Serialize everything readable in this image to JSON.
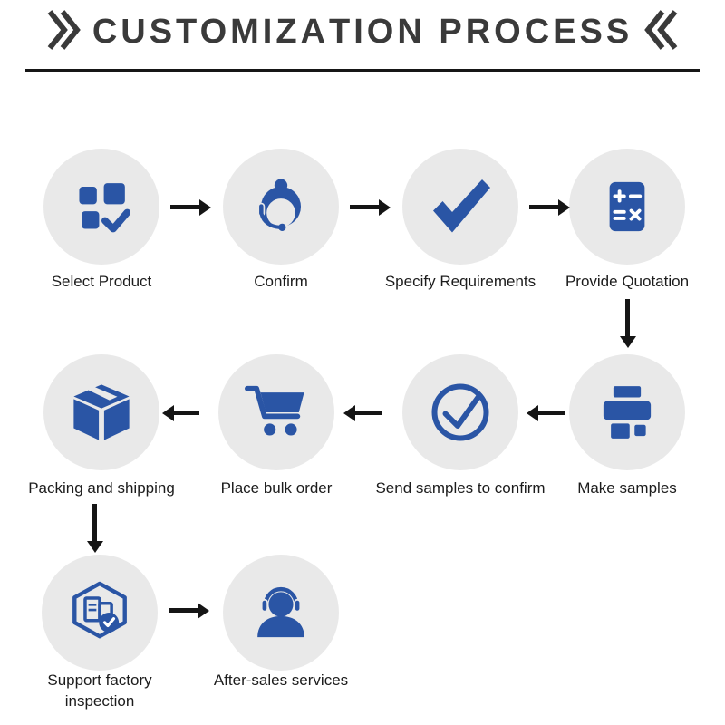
{
  "title": {
    "pre": "CUSTOMI",
    "mark": "ZA",
    "post": "TION PROCESS"
  },
  "colors": {
    "icon_blue": "#2a55a5",
    "circle_background": "#e9e9e9",
    "arrow_black": "#151515",
    "accent_red": "#e60014",
    "title_gray": "#3a3a3a"
  },
  "steps": [
    {
      "label": "Select Product",
      "icon": "product-grid-check-icon"
    },
    {
      "label": "Confirm",
      "icon": "customer-service-icon"
    },
    {
      "label": "Specify Requirements",
      "icon": "checkmark-icon"
    },
    {
      "label": "Provide Quotation",
      "icon": "calculator-icon"
    },
    {
      "label": "Make samples",
      "icon": "printer-icon"
    },
    {
      "label": "Send samples to confirm",
      "icon": "circle-check-icon"
    },
    {
      "label": "Place bulk order",
      "icon": "shopping-cart-icon"
    },
    {
      "label": "Packing and shipping",
      "icon": "package-box-icon"
    },
    {
      "label": "Support factory inspection",
      "icon": "factory-inspection-icon"
    },
    {
      "label": "After-sales services",
      "icon": "headset-support-icon"
    }
  ]
}
